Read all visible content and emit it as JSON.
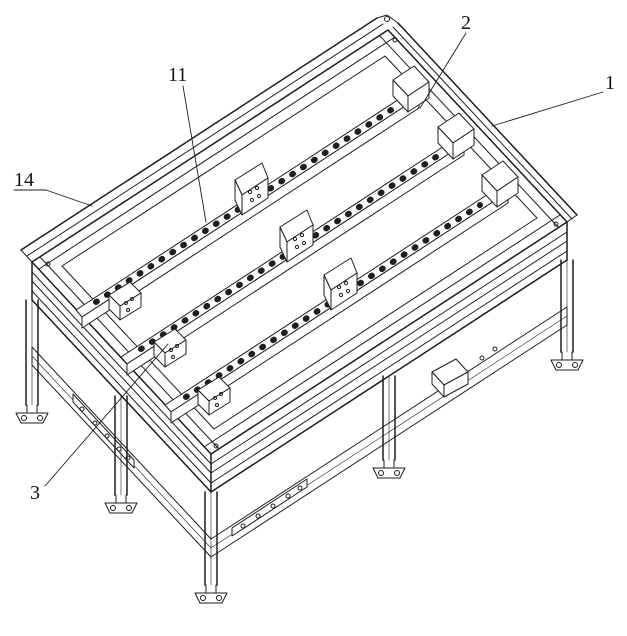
{
  "labels": {
    "l1": "1",
    "l2": "2",
    "l3": "3",
    "l11": "11",
    "l14": "14"
  },
  "colors": {
    "ink": "#1e1e1e",
    "paper": "#ffffff"
  }
}
